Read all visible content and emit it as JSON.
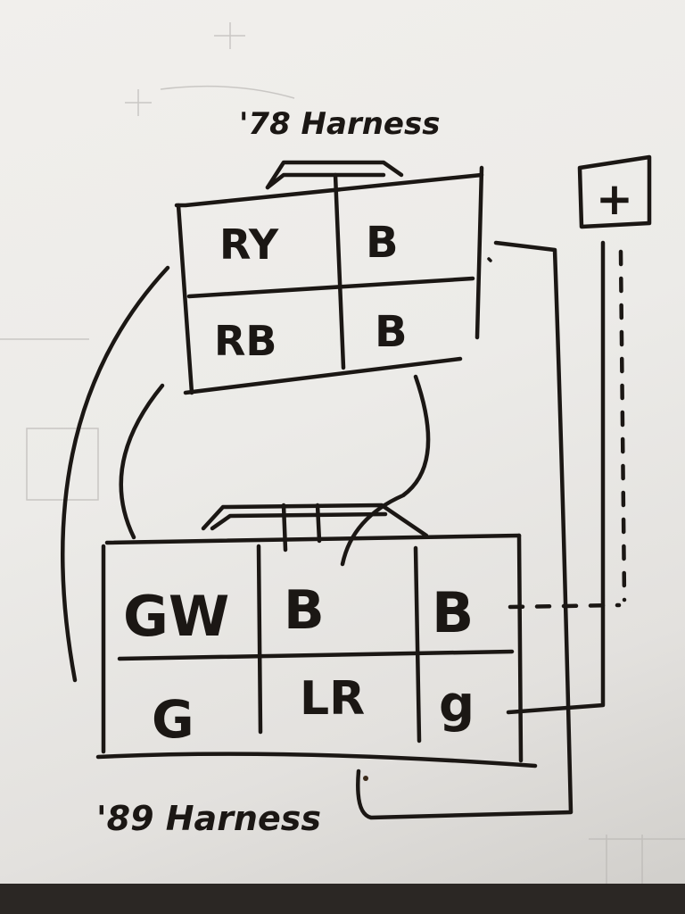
{
  "title_top": "'78 Harness",
  "title_bottom": "'89 Harness",
  "plus_symbol": "+",
  "connector_78": {
    "pins": [
      "RY",
      "B",
      "RB",
      "B"
    ]
  },
  "connector_89": {
    "pins": [
      "GW",
      "B",
      "B",
      "G",
      "LR",
      "g"
    ]
  },
  "colors": {
    "ink": "#1b1714",
    "paper": "#ecebe8"
  }
}
